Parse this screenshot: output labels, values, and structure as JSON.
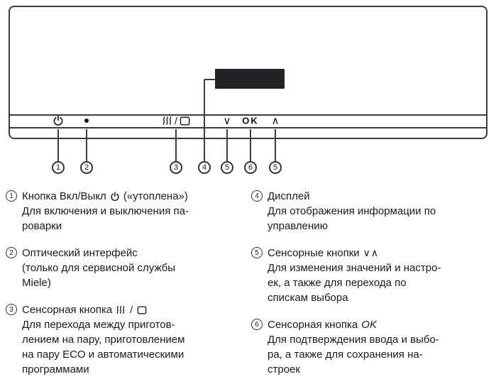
{
  "symbols": {
    "slash": "/",
    "chevron_down": "∨",
    "chevron_up": "∧",
    "ok": "OK"
  },
  "panel": {
    "callouts": [
      "1",
      "2",
      "3",
      "4",
      "5",
      "6",
      "5"
    ]
  },
  "legend": {
    "left": [
      {
        "num": "1",
        "title": "Кнопка Вкл/Выкл",
        "title_suffix": "(«утоплена»)",
        "body": [
          "Для включения и выключения па-",
          "роварки"
        ]
      },
      {
        "num": "2",
        "title": "Оптический интерфейс",
        "body": [
          "(только для сервисной службы",
          "Miele)"
        ]
      },
      {
        "num": "3",
        "title": "Сенсорная кнопка",
        "body": [
          "Для перехода между приготов-",
          "лением на пару, приготовлением",
          "на пару ECO и автоматическими",
          "программами"
        ]
      }
    ],
    "right": [
      {
        "num": "4",
        "title": "Дисплей",
        "body": [
          "Для отображения информации по",
          "управлению"
        ]
      },
      {
        "num": "5",
        "title": "Сенсорные кнопки",
        "title_suffix": "∨∧",
        "body": [
          "Для изменения значений и настро-",
          "ек, а также для перехода по",
          "спискам выбора"
        ]
      },
      {
        "num": "6",
        "title": "Сенсорная кнопка",
        "title_suffix": "OK",
        "body": [
          "Для подтверждения ввода и выбо-",
          "ра, а также для сохранения на-",
          "строек"
        ]
      }
    ]
  }
}
